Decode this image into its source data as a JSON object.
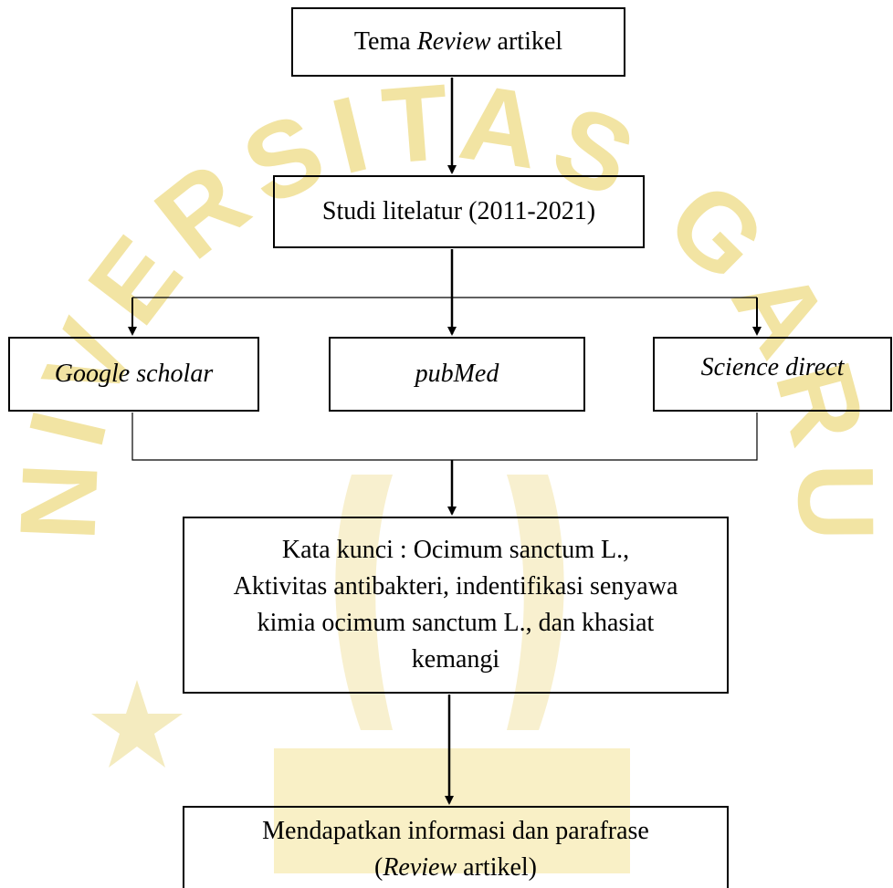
{
  "watermark": {
    "text": "UNIVERSITAS GARUT",
    "color": "#f2e4a3",
    "accent": "#f5df8a"
  },
  "nodes": {
    "topic": {
      "pre": "Tema ",
      "em": "Review",
      "post": " artikel"
    },
    "study": {
      "label": "Studi litelatur (2011-2021)"
    },
    "sources": [
      {
        "label": "Google scholar",
        "style": "italic"
      },
      {
        "label": "pubMed",
        "style": "italic"
      },
      {
        "label": "Science direct",
        "style": "italic"
      }
    ],
    "keywords": {
      "lines": [
        "Kata kunci : Ocimum sanctum L.,",
        "Aktivitas antibakteri, indentifikasi senyawa",
        "kimia ocimum sanctum L., dan khasiat",
        "kemangi"
      ]
    },
    "result": {
      "line1": "Mendapatkan informasi dan parafrase",
      "line2_open": "(",
      "line2_em": "Review",
      "line2_post": " artikel)"
    }
  }
}
